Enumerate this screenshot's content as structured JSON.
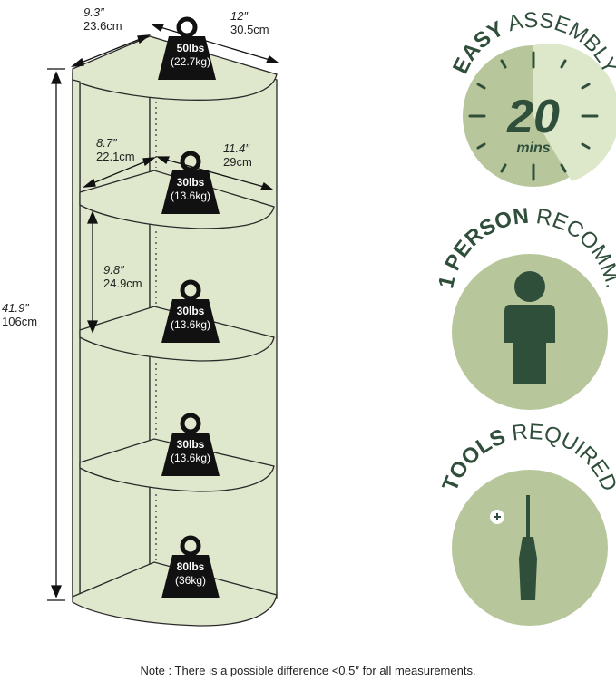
{
  "dimensions": {
    "top_depth_in": "9.3″",
    "top_depth_cm": "23.6cm",
    "top_width_in": "12″",
    "top_width_cm": "30.5cm",
    "shelf_depth_in": "8.7″",
    "shelf_depth_cm": "22.1cm",
    "shelf_width_in": "11.4″",
    "shelf_width_cm": "29cm",
    "shelf_gap_in": "9.8″",
    "shelf_gap_cm": "24.9cm",
    "height_in": "41.9″",
    "height_cm": "106cm"
  },
  "weights": [
    {
      "lbs": "50lbs",
      "kg": "(22.7kg)"
    },
    {
      "lbs": "30lbs",
      "kg": "(13.6kg)"
    },
    {
      "lbs": "30lbs",
      "kg": "(13.6kg)"
    },
    {
      "lbs": "30lbs",
      "kg": "(13.6kg)"
    },
    {
      "lbs": "80lbs",
      "kg": "(36kg)"
    }
  ],
  "badges": {
    "assembly": {
      "bold": "EASY",
      "rest": " ASSEMBLY",
      "number": "20",
      "unit": "mins"
    },
    "person": {
      "bold": "1 PERSON",
      "rest": " RECOMM."
    },
    "tools": {
      "bold": "TOOLS",
      "rest": " REQUIRED"
    }
  },
  "note": "Note : There is a possible difference <0.5″ for all measurements.",
  "colors": {
    "shelf": "#dfe8cc",
    "badge": "#b7c69b",
    "dark_green": "#2f4f3b",
    "weight": "#111111"
  }
}
